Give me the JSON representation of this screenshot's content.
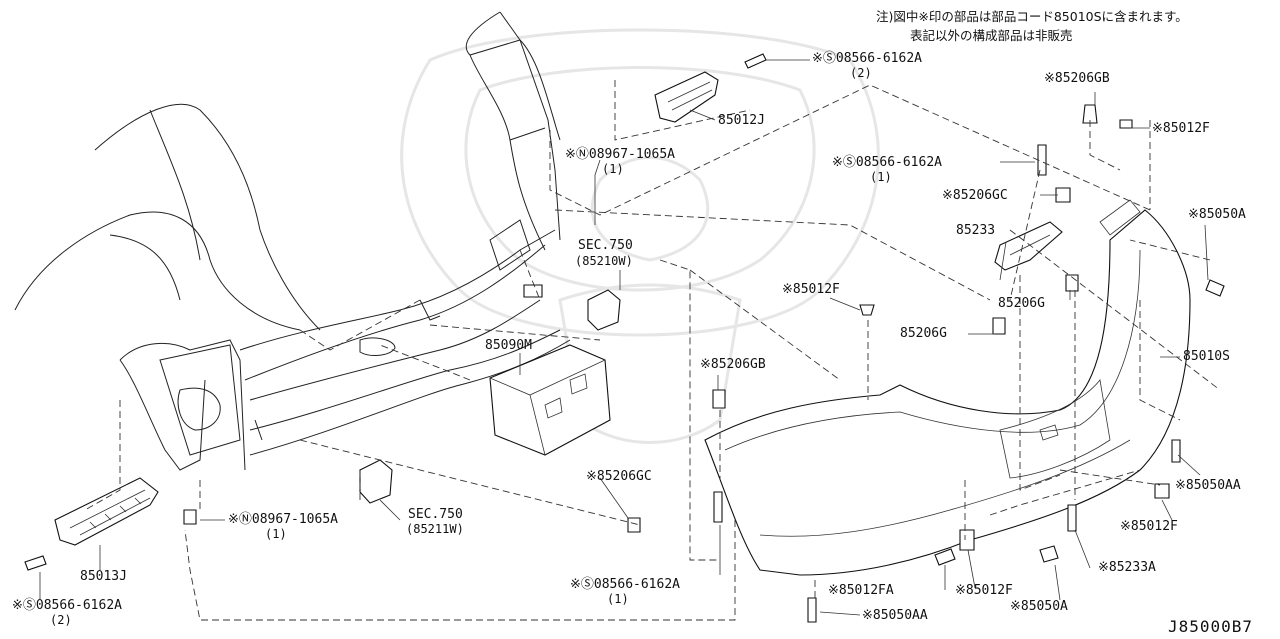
{
  "notes": {
    "line1": "注)図中※印の部品は部品コード85010Sに含まれます。",
    "line2": "表記以外の構成部品は非販売"
  },
  "diagram_code": "J85000B7",
  "callouts": [
    {
      "id": "c01",
      "text": "※Ⓢ08566-6162A",
      "sub": "(2)"
    },
    {
      "id": "c02",
      "text": "85012J",
      "sub": ""
    },
    {
      "id": "c03",
      "text": "※85206GB",
      "sub": ""
    },
    {
      "id": "c04",
      "text": "※85012F",
      "sub": ""
    },
    {
      "id": "c05",
      "text": "※Ⓝ08967-1065A",
      "sub": "(1)"
    },
    {
      "id": "c06",
      "text": "※Ⓢ08566-6162A",
      "sub": "(1)"
    },
    {
      "id": "c07",
      "text": "※85206GC",
      "sub": ""
    },
    {
      "id": "c08",
      "text": "※85050A",
      "sub": ""
    },
    {
      "id": "c09",
      "text": "85233",
      "sub": ""
    },
    {
      "id": "c10",
      "text": "SEC.750",
      "sub": "(85210W)"
    },
    {
      "id": "c11",
      "text": "※85012F",
      "sub": ""
    },
    {
      "id": "c12",
      "text": "85206G",
      "sub": ""
    },
    {
      "id": "c13",
      "text": "85206G",
      "sub": ""
    },
    {
      "id": "c14",
      "text": "85090M",
      "sub": ""
    },
    {
      "id": "c15",
      "text": "85010S",
      "sub": ""
    },
    {
      "id": "c16",
      "text": "※85206GB",
      "sub": ""
    },
    {
      "id": "c17",
      "text": "※85206GC",
      "sub": ""
    },
    {
      "id": "c18",
      "text": "※85050AA",
      "sub": ""
    },
    {
      "id": "c19",
      "text": "※Ⓝ08967-1065A",
      "sub": "(1)"
    },
    {
      "id": "c20",
      "text": "SEC.750",
      "sub": "(85211W)"
    },
    {
      "id": "c21",
      "text": "※85012F",
      "sub": ""
    },
    {
      "id": "c22",
      "text": "85013J",
      "sub": ""
    },
    {
      "id": "c23",
      "text": "※85233A",
      "sub": ""
    },
    {
      "id": "c24",
      "text": "※Ⓢ08566-6162A",
      "sub": "(1)"
    },
    {
      "id": "c25",
      "text": "※85012FA",
      "sub": ""
    },
    {
      "id": "c26",
      "text": "※85012F",
      "sub": ""
    },
    {
      "id": "c27",
      "text": "※85050A",
      "sub": ""
    },
    {
      "id": "c28",
      "text": "※Ⓢ08566-6162A",
      "sub": "(2)"
    },
    {
      "id": "c29",
      "text": "※85050AA",
      "sub": ""
    }
  ]
}
